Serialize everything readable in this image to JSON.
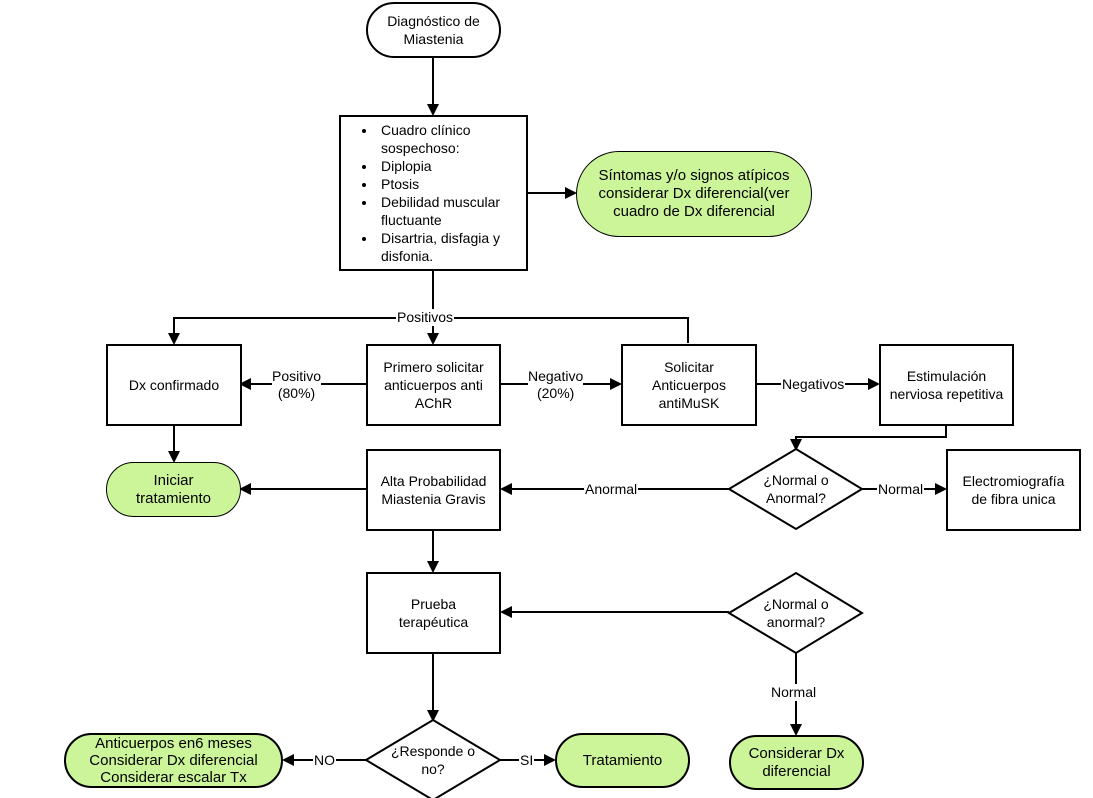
{
  "start": "Diagnóstico de\nMiastenia",
  "symptoms": {
    "items": [
      "Cuadro clínico sospechoso:",
      "Diplopia",
      "Ptosis",
      "Debilidad muscular fluctuante",
      "Disartria, disfagia y disfonia."
    ]
  },
  "atypical": "Síntomas y/o signos atípicos\nconsiderar Dx diferencial(ver\ncuadro de Dx diferencial",
  "positivos_label": "Positivos",
  "dx_confirmado": "Dx confirmado",
  "positivo_label": "Positivo\n(80%)",
  "primero_solicitar": "Primero solicitar\nanticuerpos anti\nAChR",
  "negativo_label": "Negativo\n(20%)",
  "solicitar_musk": "Solicitar\nAnticuerpos\nantiMuSK",
  "negativos_label": "Negativos",
  "estimulacion": "Estimulación\nnerviosa repetitiva",
  "iniciar_tratamiento": "Iniciar\ntratamiento",
  "alta_probabilidad": "Alta Probabilidad\nMiastenia Gravis",
  "anormal_label": "Anormal",
  "normal_anormal_1": "¿Normal o\nAnormal?",
  "normal_label_1": "Normal",
  "electromiografia": "Electromiografía\nde fibra unica",
  "prueba_terapeutica": "Prueba\nterapéutica",
  "normal_anormal_2": "¿Normal o\nanormal?",
  "normal_label_2": "Normal",
  "anticuerpos_6meses": "Anticuerpos en6 meses\nConsiderar Dx diferencial\nConsiderar escalar Tx",
  "no_label": "NO",
  "responde": "¿Responde o\nno?",
  "si_label": "SI",
  "tratamiento": "Tratamiento",
  "considerar_dx": "Considerar Dx\ndiferencial",
  "colors": {
    "terminal_fill": "#ccf59a",
    "stroke": "#000000"
  }
}
